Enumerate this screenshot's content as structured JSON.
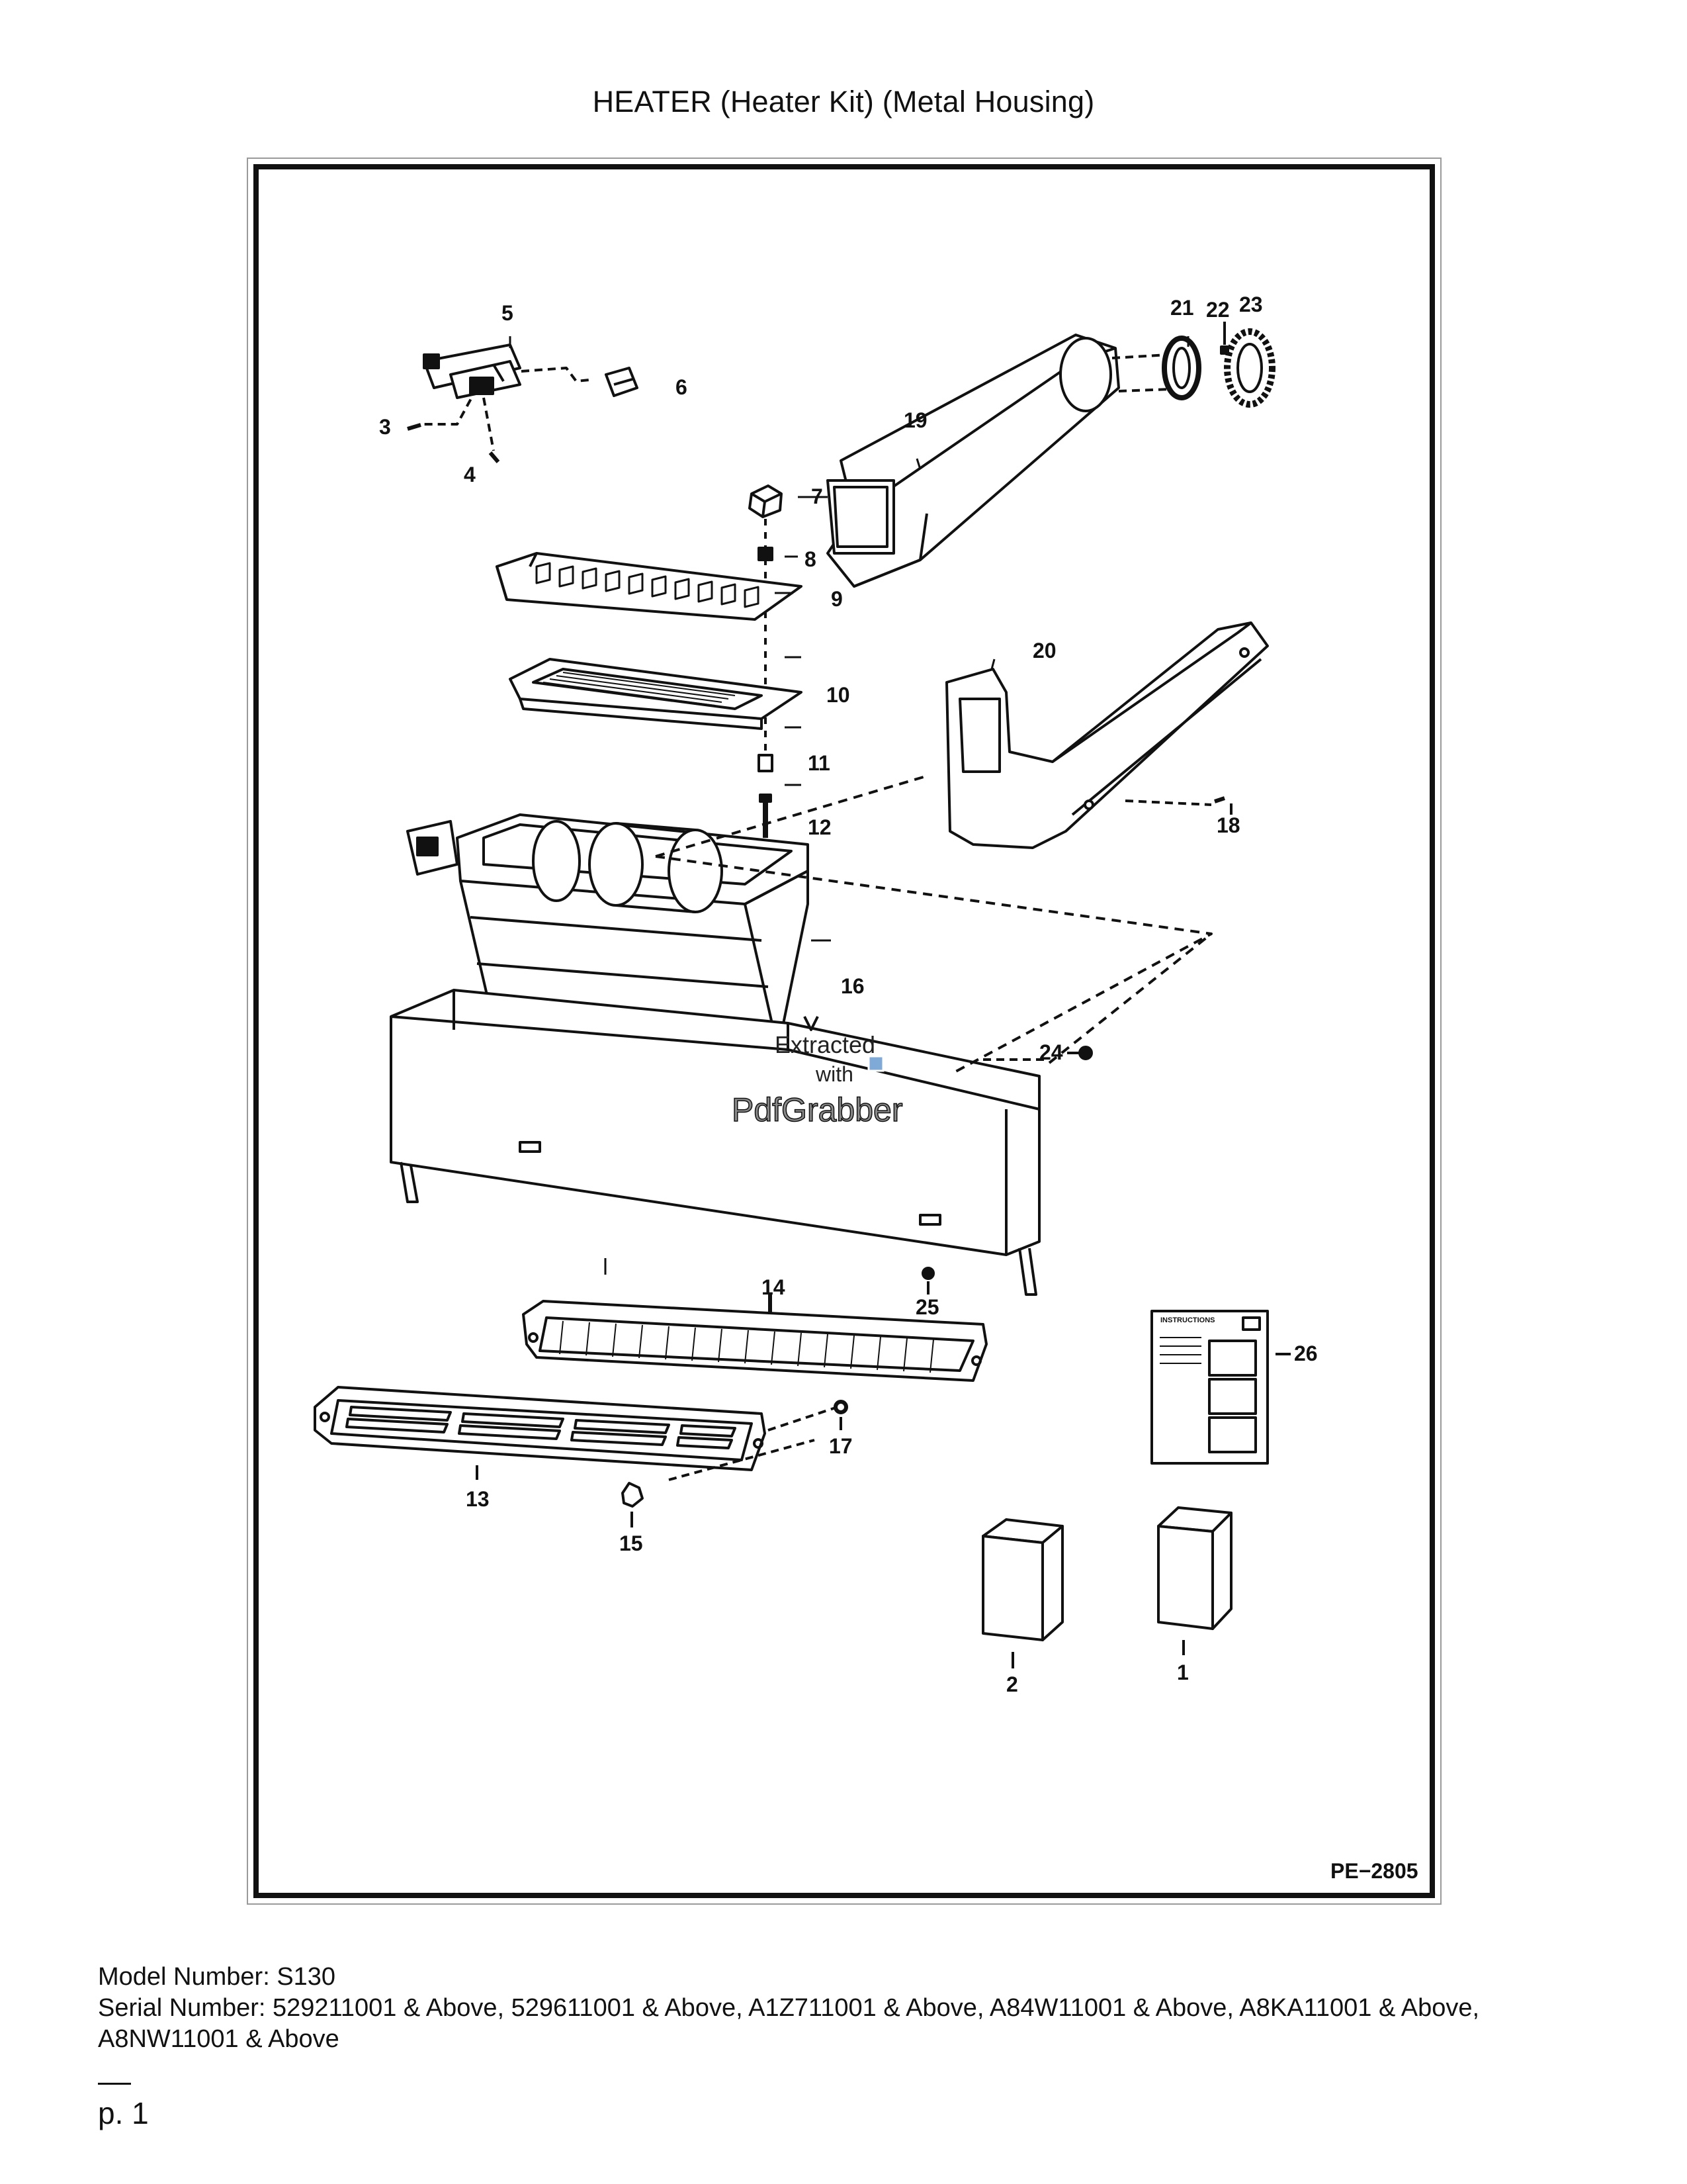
{
  "title": "HEATER (Heater Kit) (Metal Housing)",
  "diagram": {
    "figure_code": "PE−2805",
    "callouts": [
      "1",
      "2",
      "3",
      "4",
      "5",
      "6",
      "7",
      "8",
      "9",
      "10",
      "11",
      "12",
      "13",
      "14",
      "15",
      "16",
      "17",
      "18",
      "19",
      "20",
      "21",
      "22",
      "23",
      "24",
      "25",
      "26"
    ],
    "instructions_label": "INSTRUCTIONS",
    "watermark": {
      "line1": "Extracted",
      "line2": "with",
      "line3": "PdfGrabber"
    }
  },
  "footer": {
    "model": "Model Number: S130",
    "serial": "Serial Number: 529211001 & Above, 529611001 & Above, A1Z711001 & Above, A84W11001 & Above, A8KA11001 & Above, A8NW11001 & Above",
    "page": "p. 1"
  },
  "colors": {
    "ink": "#111111",
    "frame": "#111111",
    "panel": "#ffffff"
  }
}
